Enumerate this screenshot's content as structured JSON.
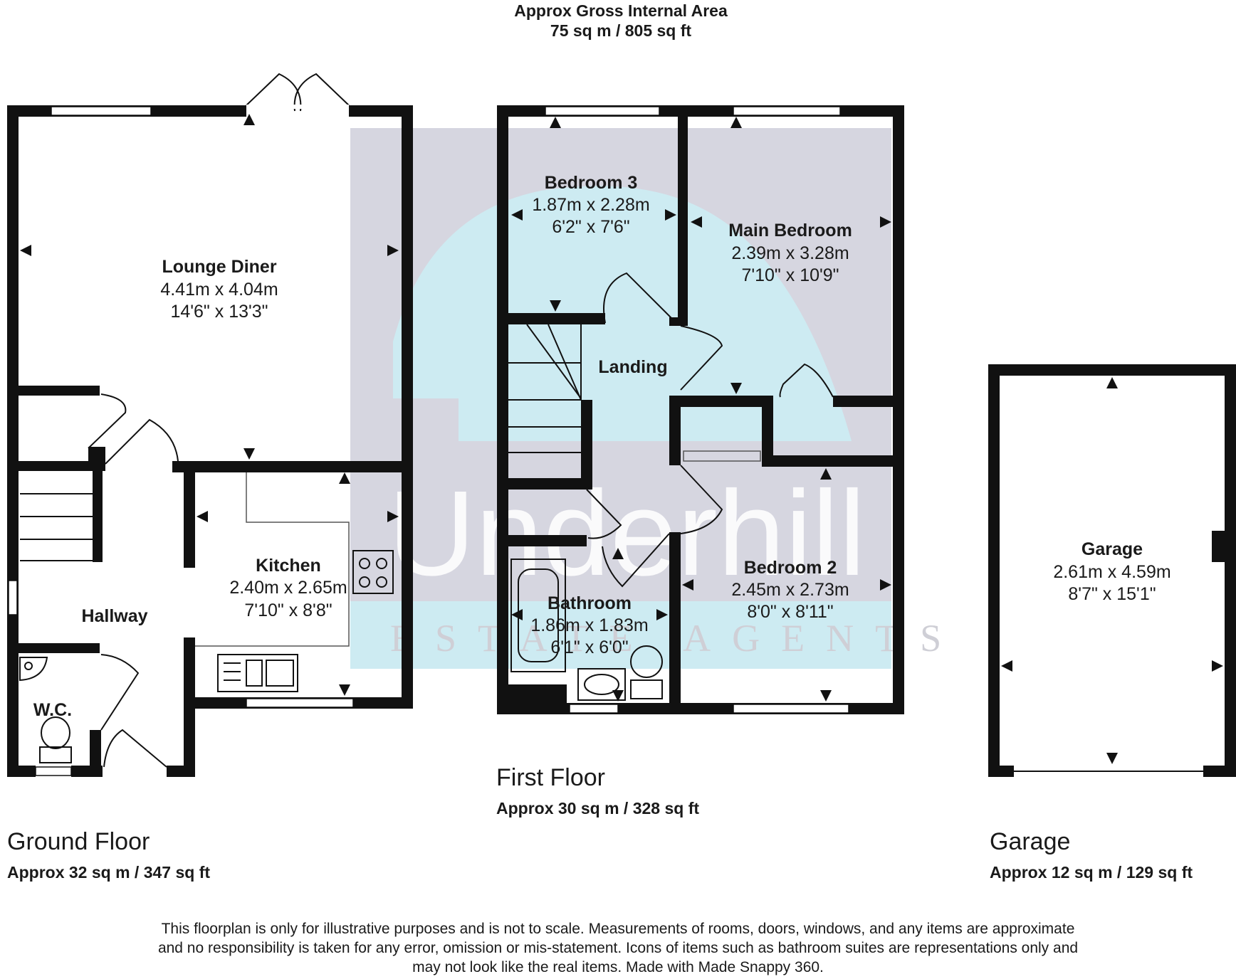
{
  "header": {
    "line1": "Approx Gross Internal Area",
    "line2": "75 sq m / 805 sq ft"
  },
  "rooms": {
    "lounge": {
      "name": "Lounge Diner",
      "metric": "4.41m x 4.04m",
      "imperial": "14'6\" x 13'3\""
    },
    "kitchen": {
      "name": "Kitchen",
      "metric": "2.40m x 2.65m",
      "imperial": "7'10\" x 8'8\""
    },
    "hallway": {
      "name": "Hallway"
    },
    "wc": {
      "name": "W.C."
    },
    "bedroom3": {
      "name": "Bedroom 3",
      "metric": "1.87m x 2.28m",
      "imperial": "6'2\" x 7'6\""
    },
    "main_bedroom": {
      "name": "Main Bedroom",
      "metric": "2.39m x 3.28m",
      "imperial": "7'10\" x 10'9\""
    },
    "landing": {
      "name": "Landing"
    },
    "bathroom": {
      "name": "Bathroom",
      "metric": "1.86m x 1.83m",
      "imperial": "6'1\" x 6'0\""
    },
    "bedroom2": {
      "name": "Bedroom 2",
      "metric": "2.45m x 2.73m",
      "imperial": "8'0\" x 8'11\""
    },
    "garage": {
      "name": "Garage",
      "metric": "2.61m x 4.59m",
      "imperial": "8'7\" x 15'1\""
    }
  },
  "floors": {
    "ground": {
      "label": "Ground Floor",
      "area": "Approx 32 sq m / 347 sq ft"
    },
    "first": {
      "label": "First Floor",
      "area": "Approx 30 sq m / 328 sq ft"
    },
    "garage": {
      "label": "Garage",
      "area": "Approx 12 sq m / 129 sq ft"
    }
  },
  "watermark": {
    "brand": "Underhill",
    "tagline": "ESTATE AGENTS",
    "colors": {
      "house": "#d6d6e0",
      "arch": "#cdebf2",
      "band": "#cdebf2"
    }
  },
  "disclaimer": [
    "This floorplan is only for illustrative purposes and is not to scale. Measurements of rooms, doors, windows, and any items are approximate",
    "and no responsibility is taken for any error, omission or mis-statement. Icons of items such as bathroom suites are representations only and",
    "may not look like the real items. Made with Made Snappy 360."
  ]
}
